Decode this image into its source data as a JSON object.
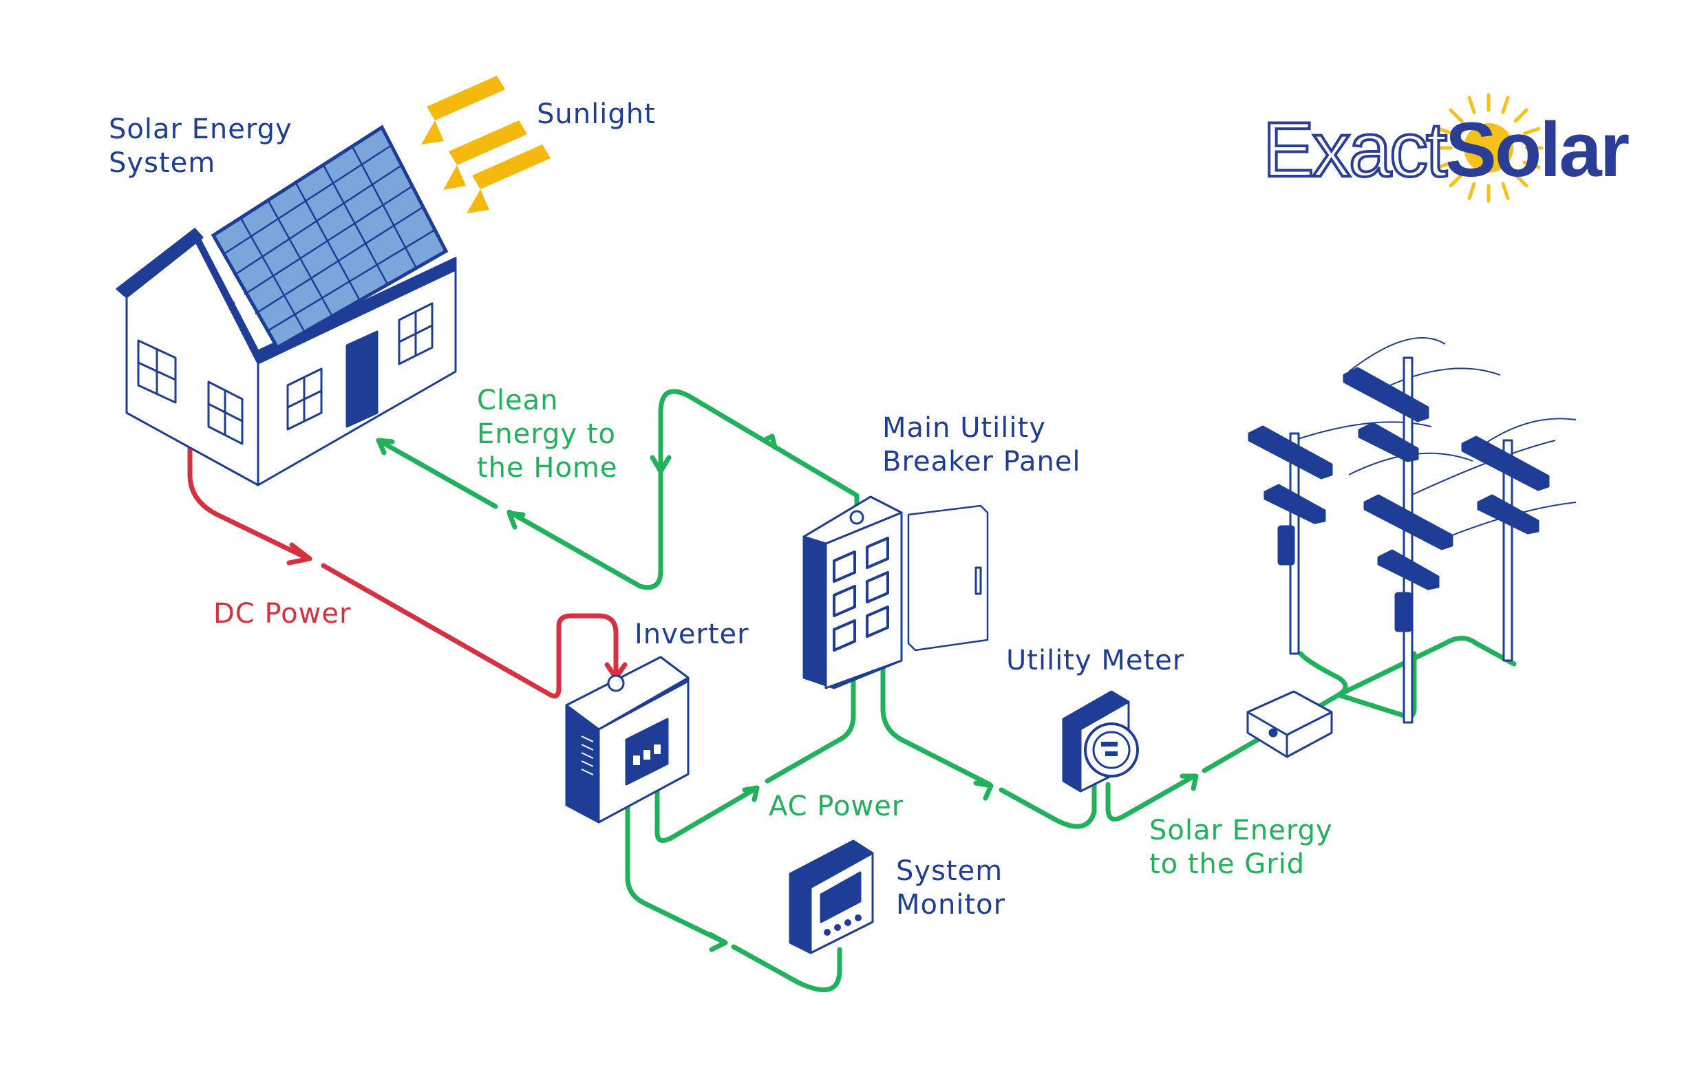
{
  "logo": {
    "part1": "Exact",
    "part2": "Solar"
  },
  "labels": {
    "solar_energy_system": [
      "Solar Energy",
      "System"
    ],
    "sunlight": "Sunlight",
    "clean_energy": [
      "Clean",
      "Energy to",
      "the Home"
    ],
    "main_panel": [
      "Main Utility",
      "Breaker Panel"
    ],
    "dc_power": "DC Power",
    "inverter": "Inverter",
    "utility_meter": "Utility Meter",
    "ac_power": "AC Power",
    "system_monitor": [
      "System",
      "Monitor"
    ],
    "solar_to_grid": [
      "Solar Energy",
      "to the Grid"
    ]
  },
  "colors": {
    "blue": "#1e3d96",
    "green": "#1fb25a",
    "red": "#d93040",
    "sun": "#f5b90d",
    "panel_fill": "#7aa6dc"
  },
  "icons": [
    "house-icon",
    "solar-panel-icon",
    "sunlight-arrows-icon",
    "inverter-icon",
    "breaker-panel-icon",
    "utility-meter-icon",
    "system-monitor-icon",
    "junction-box-icon",
    "power-poles-icon",
    "sun-logo-icon"
  ]
}
